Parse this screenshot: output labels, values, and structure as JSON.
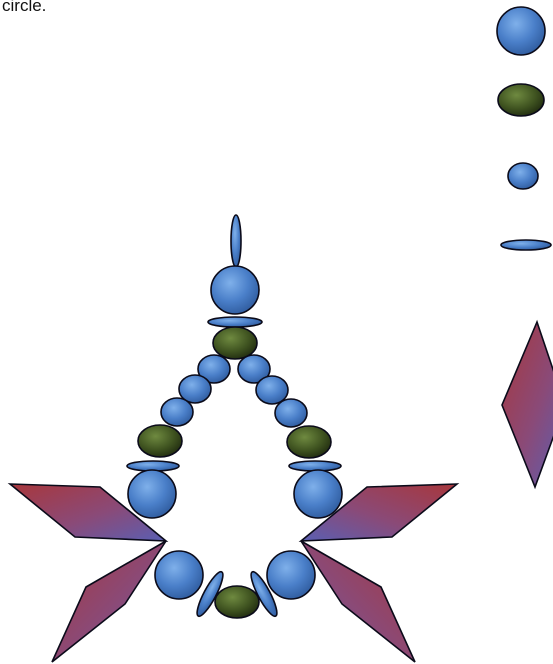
{
  "caption": "circle.",
  "palette": {
    "round_bead_light": "#7fb0ea",
    "round_bead_dark": "#2e5a9c",
    "oval_bead_light": "#6f8a40",
    "oval_bead_dark": "#1f2a0f",
    "diamond_red": "#a8373c",
    "diamond_blue": "#5a5fb3",
    "outline": "#0b0b1a"
  },
  "legend_beads": [
    {
      "kind": "large-round-bead"
    },
    {
      "kind": "olive-oval-bead"
    },
    {
      "kind": "small-round-bead"
    },
    {
      "kind": "flat-disc-bead"
    },
    {
      "kind": "diamond-bead"
    }
  ]
}
